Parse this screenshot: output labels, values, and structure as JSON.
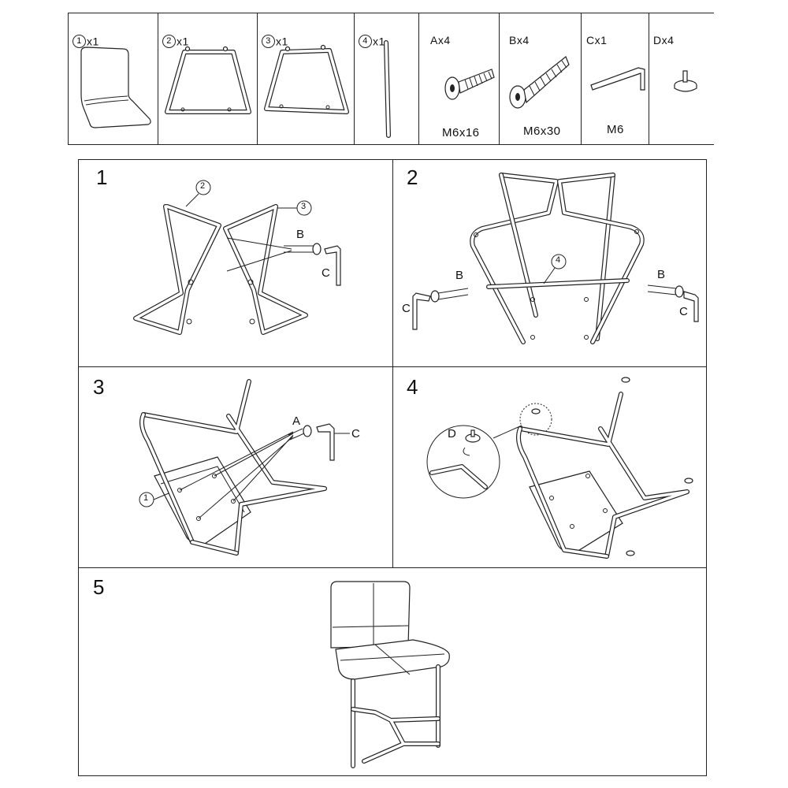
{
  "parts": [
    {
      "num": "1",
      "qty": "x1",
      "desc": "seat"
    },
    {
      "num": "2",
      "qty": "x1",
      "desc": "front frame"
    },
    {
      "num": "3",
      "qty": "x1",
      "desc": "rear frame"
    },
    {
      "num": "4",
      "qty": "x1",
      "desc": "crossbar"
    }
  ],
  "hardware": [
    {
      "code": "Ax4",
      "spec": "M6x16",
      "icon": "short-bolt-icon"
    },
    {
      "code": "Bx4",
      "spec": "M6x30",
      "icon": "long-bolt-icon"
    },
    {
      "code": "Cx1",
      "spec": "M6",
      "icon": "allen-key-icon"
    },
    {
      "code": "Dx4",
      "spec": "",
      "icon": "foot-glide-icon"
    }
  ],
  "steps": [
    {
      "number": "1",
      "callouts": {
        "part_a": "2",
        "part_b": "3",
        "bolt": "B",
        "key": "C"
      }
    },
    {
      "number": "2",
      "callouts": {
        "crossbar": "4",
        "bolt_left": "B",
        "key_left": "C",
        "bolt_right": "B",
        "key_right": "C"
      }
    },
    {
      "number": "3",
      "callouts": {
        "seat": "1",
        "bolt": "A",
        "key": "C"
      }
    },
    {
      "number": "4",
      "callouts": {
        "glide": "D"
      }
    },
    {
      "number": "5"
    }
  ]
}
